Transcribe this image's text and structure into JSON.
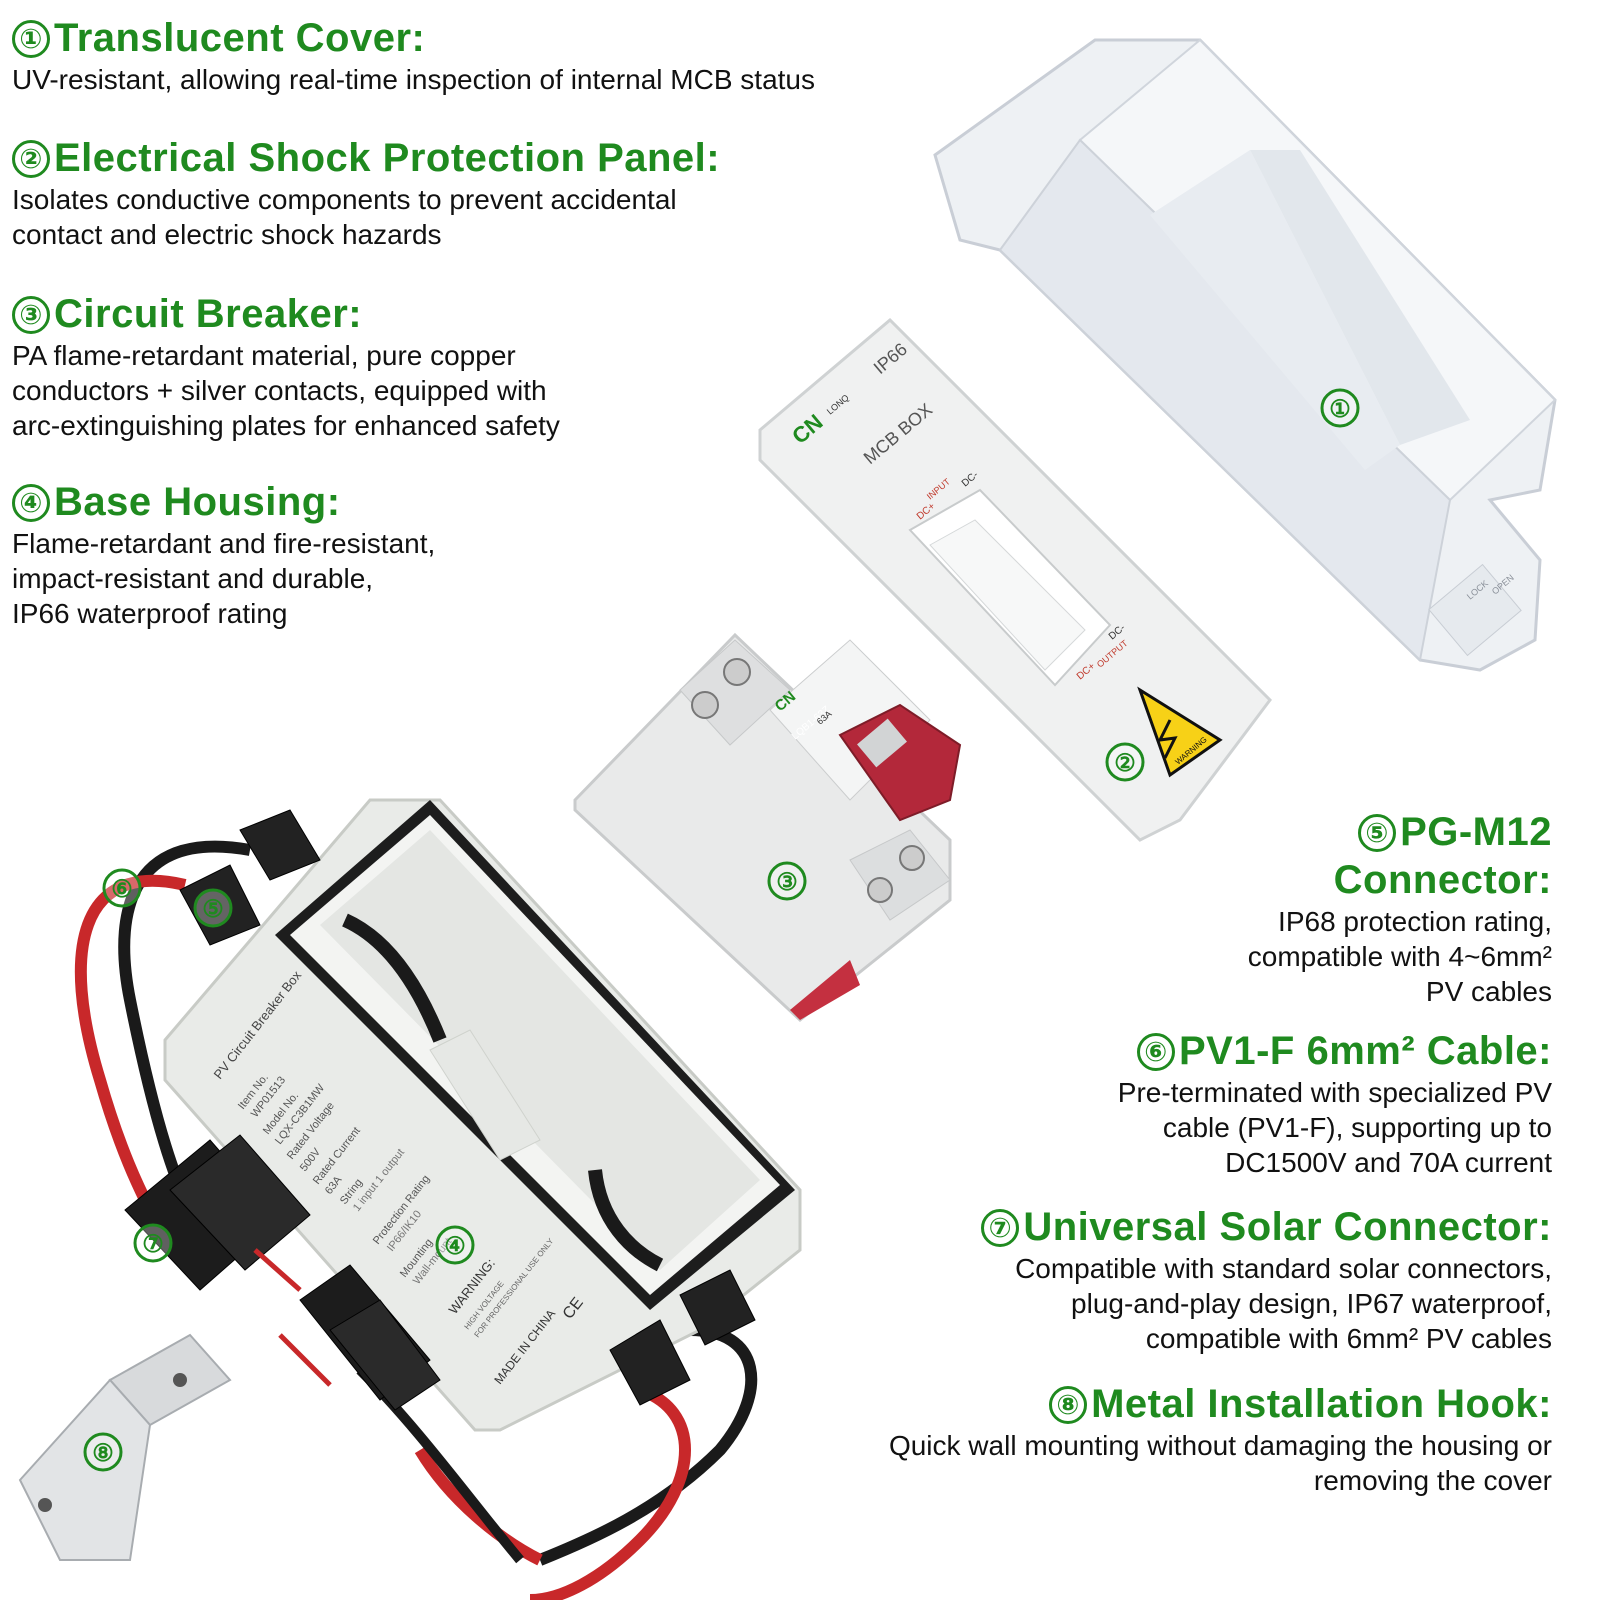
{
  "features": [
    {
      "number": "①",
      "title": "Translucent Cover:",
      "desc": [
        "UV-resistant, allowing real-time inspection of internal MCB status"
      ]
    },
    {
      "number": "②",
      "title": "Electrical Shock Protection Panel:",
      "desc": [
        "Isolates conductive components to prevent accidental",
        "contact and electric shock hazards"
      ]
    },
    {
      "number": "③",
      "title": "Circuit Breaker:",
      "desc": [
        "PA flame-retardant material, pure copper",
        "conductors + silver contacts, equipped with",
        "arc-extinguishing plates for enhanced safety"
      ]
    },
    {
      "number": "④",
      "title": "Base Housing:",
      "desc": [
        "Flame-retardant and fire-resistant,",
        "impact-resistant and durable,",
        "IP66 waterproof rating"
      ]
    },
    {
      "number": "⑤",
      "title": [
        "PG-M12",
        "Connector:"
      ],
      "desc": [
        "IP68 protection rating,",
        "compatible with 4~6mm²",
        "PV cables"
      ]
    },
    {
      "number": "⑥",
      "title": "PV1-F 6mm² Cable:",
      "desc": [
        "Pre-terminated with specialized PV",
        "cable (PV1-F), supporting up to",
        "DC1500V and 70A current"
      ]
    },
    {
      "number": "⑦",
      "title": "Universal Solar Connector:",
      "desc": [
        "Compatible with standard solar connectors,",
        "plug-and-play design, IP67 waterproof,",
        "compatible with 6mm² PV cables"
      ]
    },
    {
      "number": "⑧",
      "title": "Metal Installation Hook:",
      "desc": [
        "Quick wall mounting without damaging the housing or",
        "removing the cover"
      ]
    }
  ],
  "markers": [
    "①",
    "②",
    "③",
    "④",
    "⑤",
    "⑥",
    "⑦",
    "⑧"
  ],
  "panel": {
    "brand": "CN",
    "brand_sub": "LONQ",
    "rating": "IP66",
    "name": "MCB BOX",
    "input_label": "INPUT",
    "output_label": "OUTPUT",
    "dc_minus": "DC-",
    "dc_plus": "DC+",
    "warning_label": "WARNING"
  },
  "breaker": {
    "model": "LQB1-63Z",
    "current": "63A"
  },
  "cover": {
    "lock_label": "LOCK",
    "open_label": "OPEN"
  },
  "base_label": {
    "title": "PV Circuit Breaker Box",
    "lines": [
      "Item No.",
      "WP01513",
      "Model No.",
      "LQX-C3B1MW",
      "Rated Voltage",
      "500V",
      "Rated Current",
      "63A",
      "String",
      "1 input 1 output",
      "Protection Rating",
      "IP66/IK10",
      "Mounting",
      "Wall-mount"
    ],
    "warning": "WARNING:",
    "warning_sub1": "HIGH VOLTAGE",
    "warning_sub2": "FOR PROFESSIONAL USE ONLY",
    "origin": "MADE IN CHINA",
    "ce": "CE"
  },
  "colors": {
    "accent_green": "#1f8a1f",
    "text": "#111111",
    "cable_red": "#c8282a",
    "cable_black": "#1a1a1a",
    "breaker_red": "#b3283a",
    "housing": "#e9ebe8",
    "warning_yellow": "#f7d117"
  }
}
